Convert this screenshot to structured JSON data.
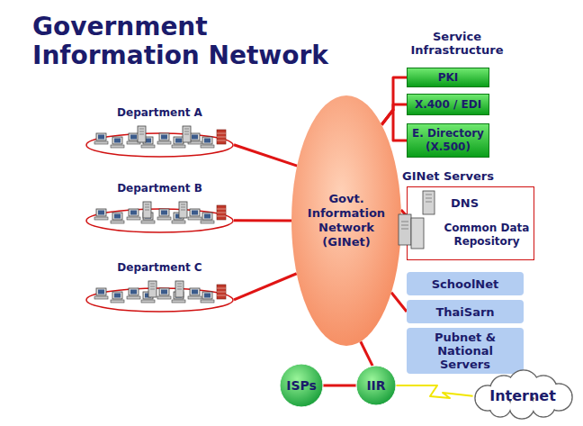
{
  "diagram": {
    "title": "Government Information Network",
    "nodes": [
      {
        "text": [
          "Department A"
        ]
      },
      {
        "text": [
          "Department B"
        ]
      },
      {
        "text": [
          "Department C"
        ]
      },
      {
        "text": [
          "Govt. Information Network (GINet)"
        ]
      },
      {
        "text": [
          "PKI"
        ]
      },
      {
        "text": [
          "X.400 / EDI"
        ]
      },
      {
        "text": [
          "E. Directory (X.500)"
        ]
      },
      {
        "text": [
          "GINet Servers",
          "DNS",
          "Common Data Repository"
        ]
      },
      {
        "text": [
          "SchoolNet"
        ]
      },
      {
        "text": [
          "ThaiSarn"
        ]
      },
      {
        "text": [
          "Pubnet & National Servers"
        ]
      },
      {
        "text": [
          "ISPs"
        ]
      },
      {
        "text": [
          "IIR"
        ]
      },
      {
        "text": [
          "Internet"
        ]
      }
    ],
    "edges": [
      {
        "from": 0,
        "to": 3,
        "arrow": "none"
      },
      {
        "from": 1,
        "to": 3,
        "arrow": "none"
      },
      {
        "from": 2,
        "to": 3,
        "arrow": "none"
      },
      {
        "from": 3,
        "to": 4,
        "arrow": "none"
      },
      {
        "from": 3,
        "to": 5,
        "arrow": "none"
      },
      {
        "from": 3,
        "to": 6,
        "arrow": "none"
      },
      {
        "from": 3,
        "to": 7,
        "arrow": "none"
      },
      {
        "from": 3,
        "to": 9,
        "arrow": "none"
      },
      {
        "from": 3,
        "to": 12,
        "arrow": "none"
      },
      {
        "from": 11,
        "to": 12,
        "arrow": "none"
      },
      {
        "from": 12,
        "to": 13,
        "arrow": "none"
      }
    ],
    "labels": [
      "Service Infrastructure"
    ]
  }
}
